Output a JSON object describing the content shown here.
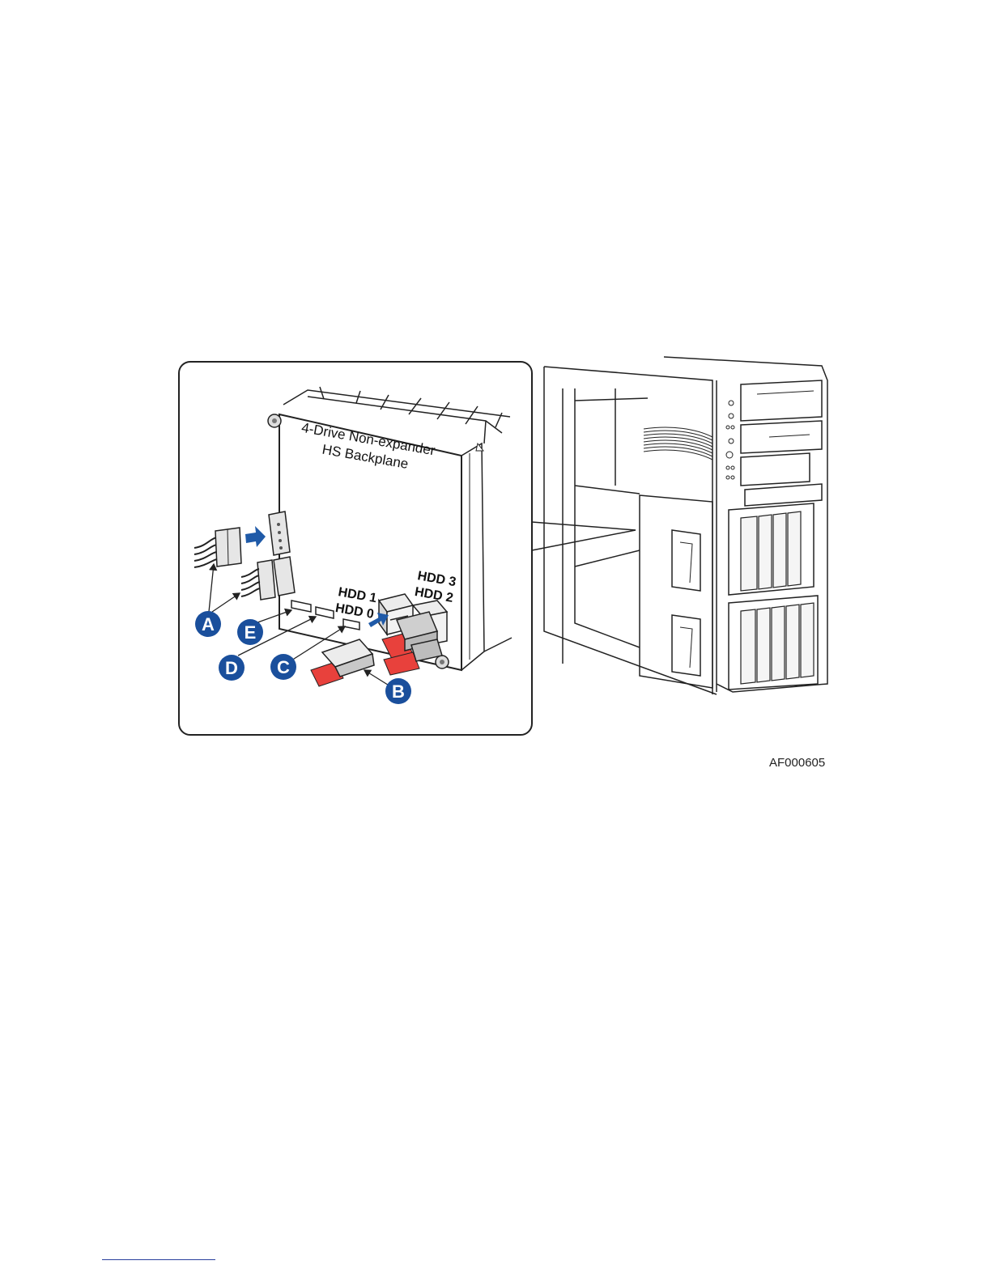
{
  "figure": {
    "figure_id": "AF000605",
    "backplane_title_line1": "4-Drive Non-expander",
    "backplane_title_line2": "HS Backplane",
    "port_labels": {
      "hdd3": "HDD 3",
      "hdd2": "HDD 2",
      "hdd1": "HDD 1",
      "hdd0": "HDD 0"
    },
    "callouts": [
      "A",
      "B",
      "C",
      "D",
      "E"
    ],
    "colors": {
      "callout_blue": "#1a4f9c",
      "arrow_blue": "#1f5aa8",
      "cable_red": "#e8413c",
      "line": "#222222"
    }
  }
}
